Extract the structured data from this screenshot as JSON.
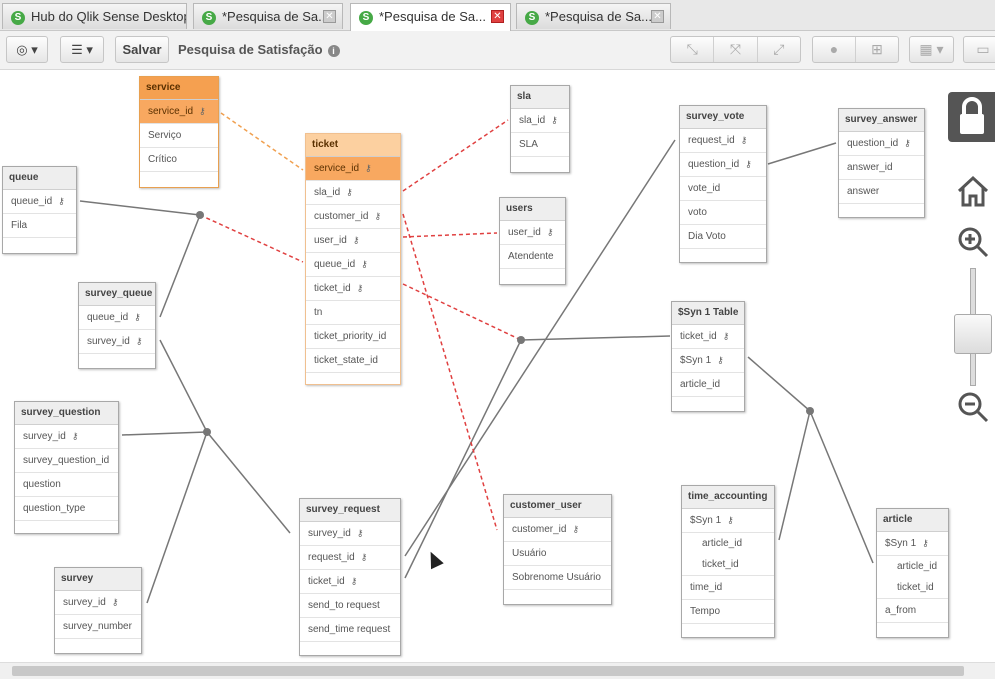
{
  "tabs": [
    {
      "label": "Hub do Qlik Sense Desktop",
      "closable": false,
      "active": false
    },
    {
      "label": "*Pesquisa de Sa...",
      "closable": true,
      "active": false
    },
    {
      "label": "*Pesquisa de Sa...",
      "closable": true,
      "active": true
    },
    {
      "label": "*Pesquisa de Sa...",
      "closable": true,
      "active": false
    }
  ],
  "toolbar": {
    "save_label": "Salvar",
    "app_title": "Pesquisa de Satisfação"
  },
  "tables": {
    "service": {
      "title": "service",
      "fields": [
        "service_id",
        "Serviço",
        "Crítico"
      ]
    },
    "queue": {
      "title": "queue",
      "fields": [
        "queue_id",
        "Fila"
      ]
    },
    "ticket": {
      "title": "ticket",
      "fields": [
        "service_id",
        "sla_id",
        "customer_id",
        "user_id",
        "queue_id",
        "ticket_id",
        "tn",
        "ticket_priority_id",
        "ticket_state_id"
      ]
    },
    "sla": {
      "title": "sla",
      "fields": [
        "sla_id",
        "SLA"
      ]
    },
    "users": {
      "title": "users",
      "fields": [
        "user_id",
        "Atendente"
      ]
    },
    "survey_vote": {
      "title": "survey_vote",
      "fields": [
        "request_id",
        "question_id",
        "vote_id",
        "voto",
        "Dia Voto"
      ]
    },
    "survey_answer": {
      "title": "survey_answer",
      "fields": [
        "question_id",
        "answer_id",
        "answer"
      ]
    },
    "survey_queue": {
      "title": "survey_queue",
      "fields": [
        "queue_id",
        "survey_id"
      ]
    },
    "survey_question": {
      "title": "survey_question",
      "fields": [
        "survey_id",
        "survey_question_id",
        "question",
        "question_type"
      ]
    },
    "survey": {
      "title": "survey",
      "fields": [
        "survey_id",
        "survey_number"
      ]
    },
    "survey_request": {
      "title": "survey_request",
      "fields": [
        "survey_id",
        "request_id",
        "ticket_id",
        "send_to request",
        "send_time request"
      ]
    },
    "customer_user": {
      "title": "customer_user",
      "fields": [
        "customer_id",
        "Usuário",
        "Sobrenome Usuário"
      ]
    },
    "syn1": {
      "title": "$Syn 1 Table",
      "fields": [
        "ticket_id",
        "$Syn 1",
        "article_id"
      ]
    },
    "time_accounting": {
      "title": "time_accounting",
      "fields": [
        "$Syn 1",
        "article_id",
        "ticket_id",
        "time_id",
        "Tempo"
      ]
    },
    "article": {
      "title": "article",
      "fields": [
        "$Syn 1",
        "article_id",
        "ticket_id",
        "a_from"
      ]
    }
  },
  "colors": {
    "highlight": "#f5a050",
    "link": "#777777",
    "link_selected": "#e04040"
  }
}
